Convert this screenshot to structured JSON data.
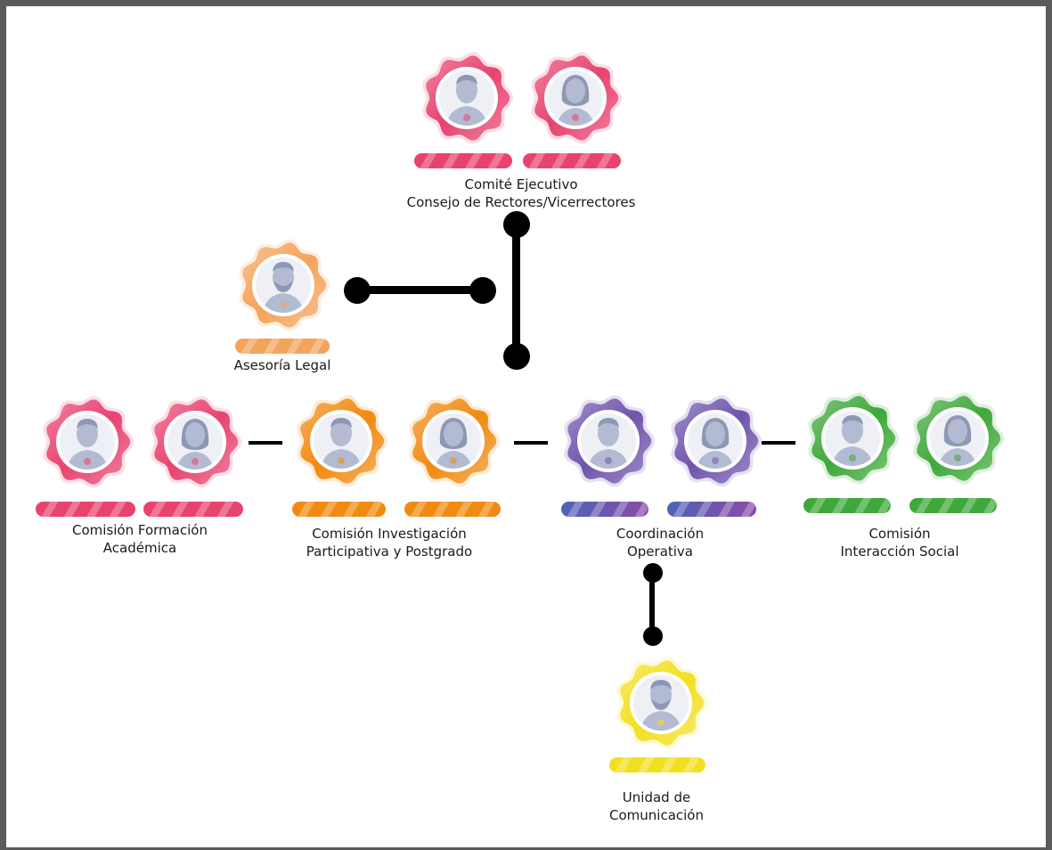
{
  "colors": {
    "pink": "#e8436f",
    "orange_light": "#f4a35a",
    "orange": "#f18a12",
    "purple": "#6f55ad",
    "green": "#3fa83a",
    "yellow": "#f2e020"
  },
  "groups": {
    "comite": {
      "label_line1": "Comité Ejecutivo",
      "label_line2": "Consejo de Rectores/Vicerrectores"
    },
    "asesoria": {
      "label_line1": "Asesoría Legal"
    },
    "formacion": {
      "label_line1": "Comisión Formación",
      "label_line2": "Académica"
    },
    "investigacion": {
      "label_line1": "Comisión Investigación",
      "label_line2": "Participativa y Postgrado"
    },
    "coordinacion": {
      "label_line1": "Coordinación",
      "label_line2": "Operativa"
    },
    "interaccion": {
      "label_line1": "Comisión",
      "label_line2": "Interacción Social"
    },
    "comunicacion": {
      "label_line1": "Unidad de",
      "label_line2": "Comunicación"
    }
  },
  "nodes": [
    {
      "id": "comite-man",
      "group": "comite",
      "gender": "man",
      "color": "#e8436f",
      "badge": "gear-icon"
    },
    {
      "id": "comite-woman",
      "group": "comite",
      "gender": "woman",
      "color": "#e8436f",
      "badge": "gear-icon"
    },
    {
      "id": "asesoria-man",
      "group": "asesoria",
      "gender": "bearded-man",
      "color": "#f4a35a",
      "badge": "stars-icon"
    },
    {
      "id": "formacion-man",
      "group": "formacion",
      "gender": "man",
      "color": "#e8436f",
      "badge": "gears-icon"
    },
    {
      "id": "formacion-woman",
      "group": "formacion",
      "gender": "woman",
      "color": "#e8436f",
      "badge": "magnifier-icon"
    },
    {
      "id": "investigacion-man",
      "group": "investigacion",
      "gender": "man",
      "color": "#f18a12",
      "badge": "bar-chart-icon"
    },
    {
      "id": "investigacion-woman",
      "group": "investigacion",
      "gender": "woman",
      "color": "#f18a12",
      "badge": "bar-chart-icon"
    },
    {
      "id": "coordinacion-man",
      "group": "coordinacion",
      "gender": "man",
      "color": "#6f55ad",
      "badge": "team-icon"
    },
    {
      "id": "coordinacion-woman",
      "group": "coordinacion",
      "gender": "woman",
      "color": "#6f55ad",
      "badge": "team-icon"
    },
    {
      "id": "interaccion-man",
      "group": "interaccion",
      "gender": "man",
      "color": "#3fa83a",
      "badge": "team-icon"
    },
    {
      "id": "interaccion-woman",
      "group": "interaccion",
      "gender": "woman",
      "color": "#3fa83a",
      "badge": "team-icon"
    },
    {
      "id": "comunicacion-man",
      "group": "comunicacion",
      "gender": "bearded-man",
      "color": "#f2e020",
      "badge": "stars-icon"
    }
  ]
}
